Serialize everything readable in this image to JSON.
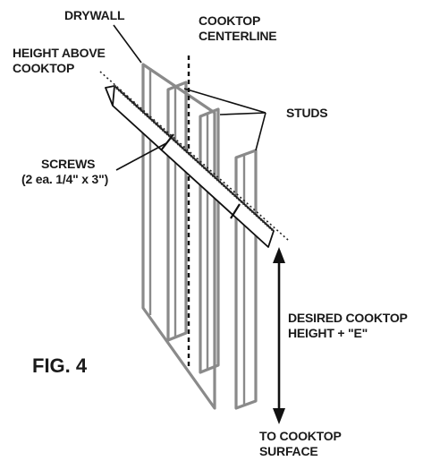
{
  "figure": {
    "fig_label": "FIG. 4"
  },
  "labels": {
    "drywall": "DRYWALL",
    "cooktop_centerline_line1": "COOKTOP",
    "cooktop_centerline_line2": "CENTERLINE",
    "height_above_line1": "HEIGHT ABOVE",
    "height_above_line2": "COOKTOP",
    "studs": "STUDS",
    "screws_line1": "SCREWS",
    "screws_line2": "(2 ea. 1/4\" x 3\")",
    "desired_line1": "DESIRED COOKTOP",
    "desired_line2": "HEIGHT + \"E\"",
    "surface_line1": "TO COOKTOP",
    "surface_line2": "SURFACE"
  },
  "colors": {
    "frame_gray": "#8a8a8a",
    "ink": "#111111"
  }
}
